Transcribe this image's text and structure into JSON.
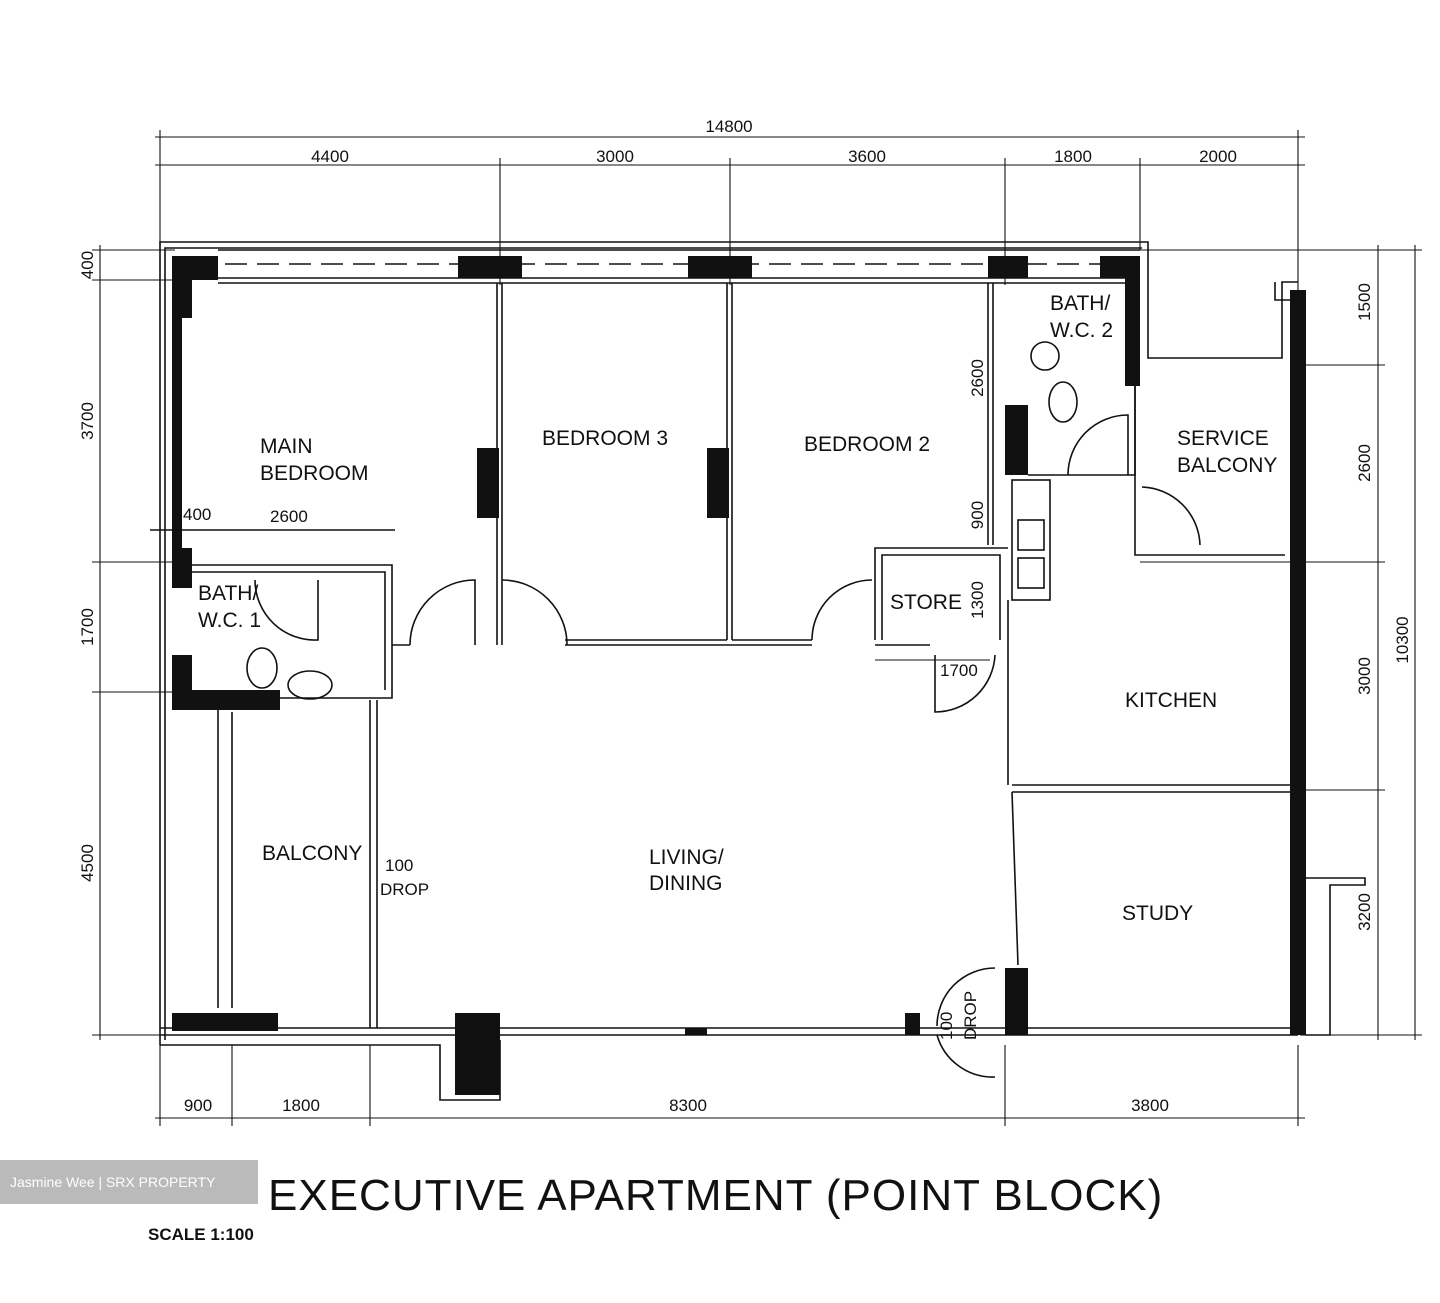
{
  "plan": {
    "title": "EXECUTIVE APARTMENT (POINT BLOCK)",
    "scale": "SCALE   1:100",
    "watermark": "Jasmine Wee | SRX PROPERTY",
    "rooms": {
      "main_bedroom_1": "MAIN",
      "main_bedroom_2": "BEDROOM",
      "bedroom3": "BEDROOM 3",
      "bedroom2": "BEDROOM 2",
      "bath2_1": "BATH/",
      "bath2_2": "W.C. 2",
      "bath1_1": "BATH/",
      "bath1_2": "W.C. 1",
      "service_balcony_1": "SERVICE",
      "service_balcony_2": "BALCONY",
      "store": "STORE",
      "kitchen": "KITCHEN",
      "balcony": "BALCONY",
      "living_1": "LIVING/",
      "living_2": "DINING",
      "study": "STUDY",
      "drop1_1": "100",
      "drop1_2": "DROP",
      "drop2_1": "100",
      "drop2_2": "DROP"
    },
    "dimensions": {
      "top_total": "14800",
      "top": [
        "4400",
        "3000",
        "3600",
        "1800",
        "2000"
      ],
      "bottom": [
        "900",
        "1800",
        "8300",
        "3800"
      ],
      "left": [
        "400",
        "3700",
        "1700",
        "4500"
      ],
      "right": [
        "1500",
        "2600",
        "3000",
        "3200"
      ],
      "right_total": "10300",
      "bath1_width": [
        "400",
        "2600"
      ],
      "bath2_height": "2600",
      "kitchen_counter": "900",
      "store_height": "1300",
      "store_width": "1700"
    }
  }
}
